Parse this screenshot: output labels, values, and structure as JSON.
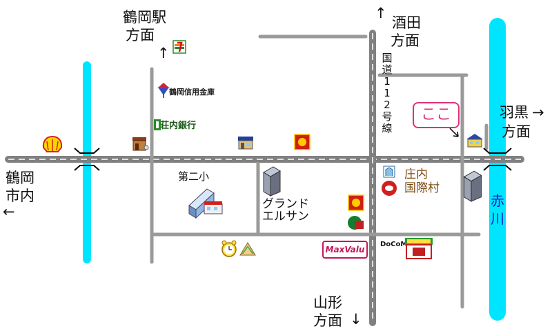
{
  "labels": {
    "tsuruoka_station_dir": [
      "鶴岡駅",
      "方面"
    ],
    "sakata_dir": [
      "酒田",
      "方面"
    ],
    "haguro_dir": [
      "羽黒",
      "方面"
    ],
    "tsuruoka_city_dir": [
      "鶴岡",
      "市内"
    ],
    "yamagata_dir": [
      "山形",
      "方面"
    ],
    "route_112": [
      "国",
      "道",
      "1",
      "1",
      "2",
      "号",
      "線"
    ],
    "red_river": [
      "赤",
      "川"
    ],
    "here_marker": "ここ",
    "daini_elementary": "第二小",
    "grand_elsan": [
      "グランド",
      "エルサン"
    ],
    "shonai_kokusai": [
      "庄内",
      "国際村"
    ],
    "tsuruoka_shinkin": "鶴岡信用金庫",
    "shonai_bank": "荘内銀行",
    "maxvalu": "MaxValu",
    "docomo": "DoCoMo"
  },
  "arrows": {
    "up": "↑",
    "down": "↓",
    "left": "←",
    "right": "→"
  },
  "colors": {
    "road": "#808080",
    "road_center": "#ffffff",
    "river": "#00e5ff",
    "river_label": "#1020d0",
    "here_marker": "#e0307a",
    "maxvalu": "#c2185b"
  },
  "icons": [
    "shell-station-icon",
    "seven-eleven-icon",
    "bank-icon",
    "shonai-bank-icon",
    "shop-icon",
    "convenience-store-icon",
    "restaurant-icon",
    "school-building-icon",
    "tower-building-icon",
    "clock-icon",
    "sandwich-icon",
    "lawson-icon",
    "house-icon",
    "bridge-icon"
  ]
}
